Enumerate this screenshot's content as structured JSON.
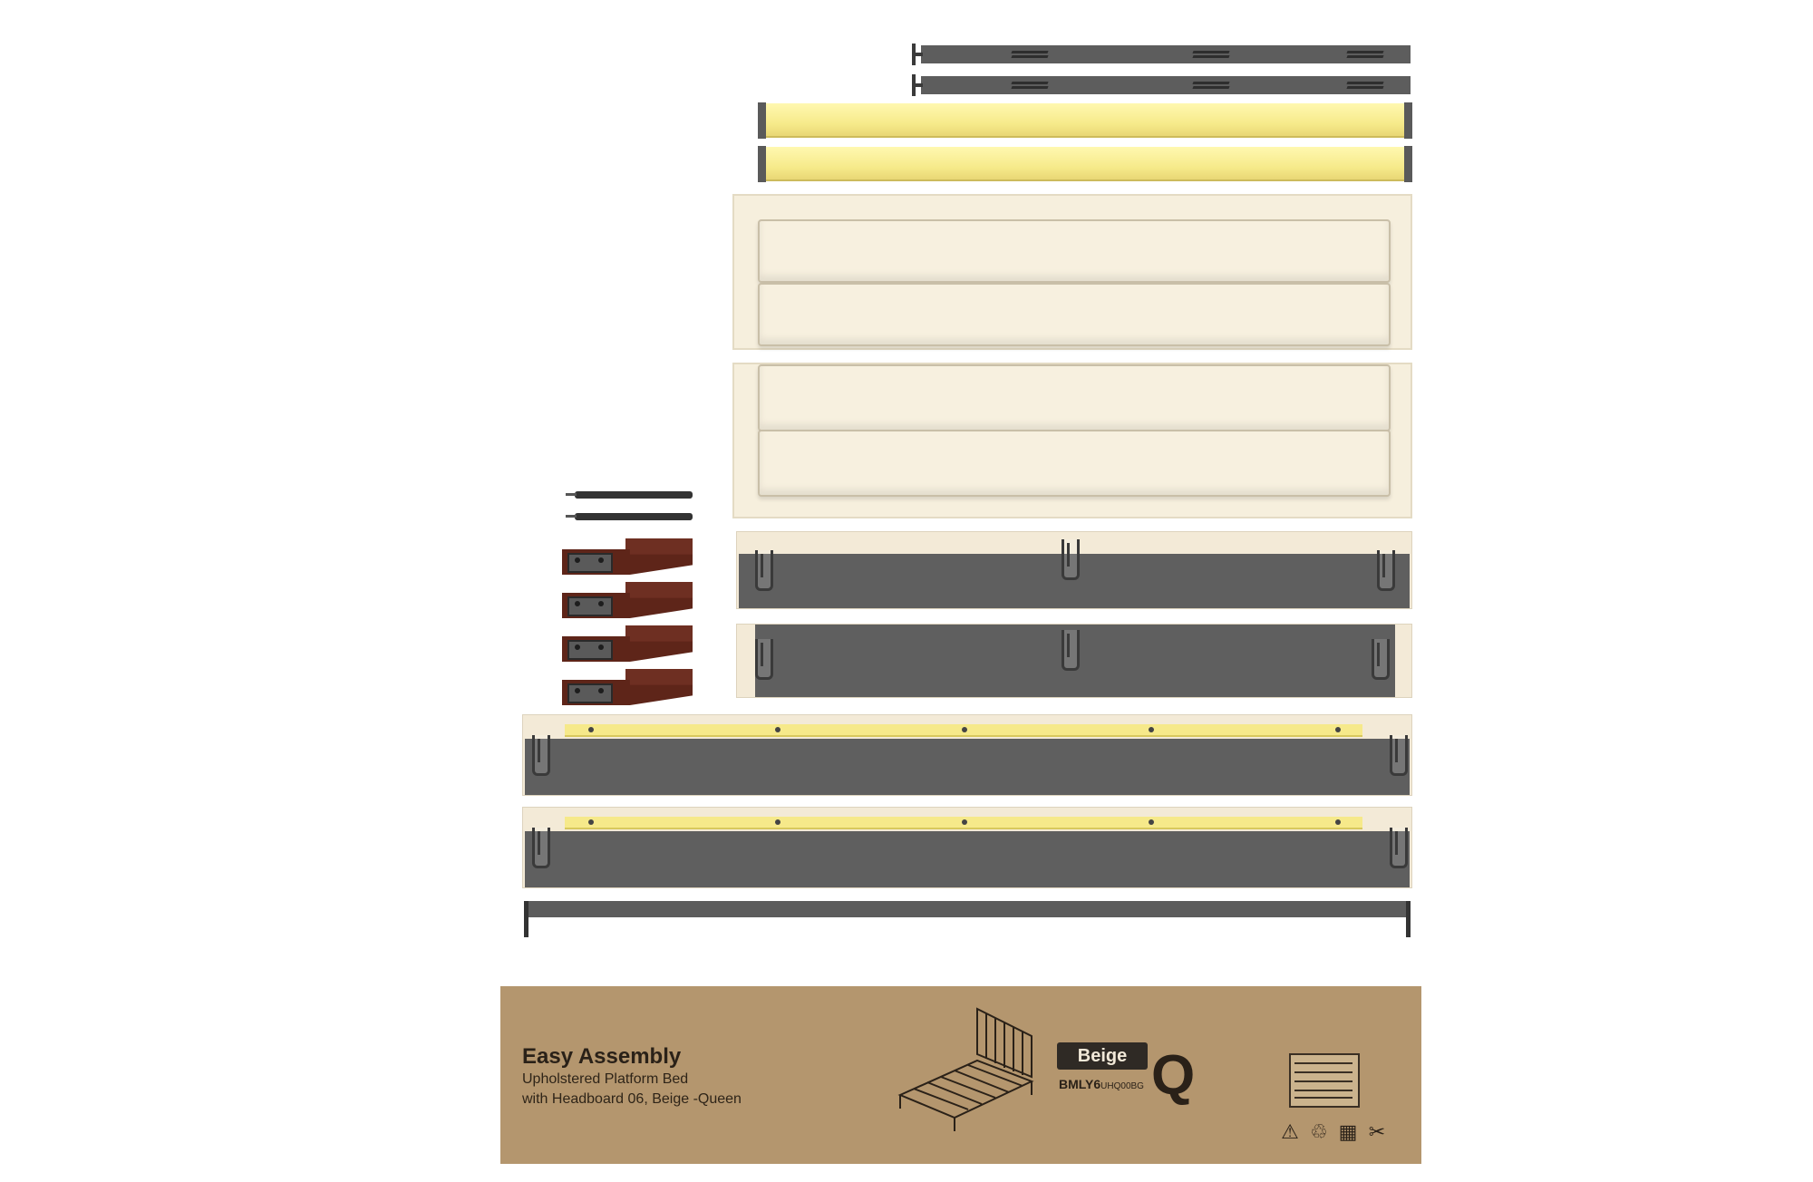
{
  "box": {
    "title": "Easy Assembly",
    "subtitle_line1": "Upholstered Platform Bed",
    "subtitle_line2": "with Headboard 06, Beige -Queen",
    "color_label": "Beige",
    "sku_main": "BMLY6",
    "sku_suffix": "UHQ00BG",
    "size_letter": "Q",
    "icons": [
      "fragile-warning-icon",
      "recycle-icon",
      "stacking-limit-icon",
      "no-cutting-icon"
    ]
  },
  "colors": {
    "metal": "#5d5d5d",
    "wood": "#f6ea8a",
    "upholstery": "#f6efdd",
    "feet": "#6e2f22",
    "cardboard": "#b4966e"
  }
}
